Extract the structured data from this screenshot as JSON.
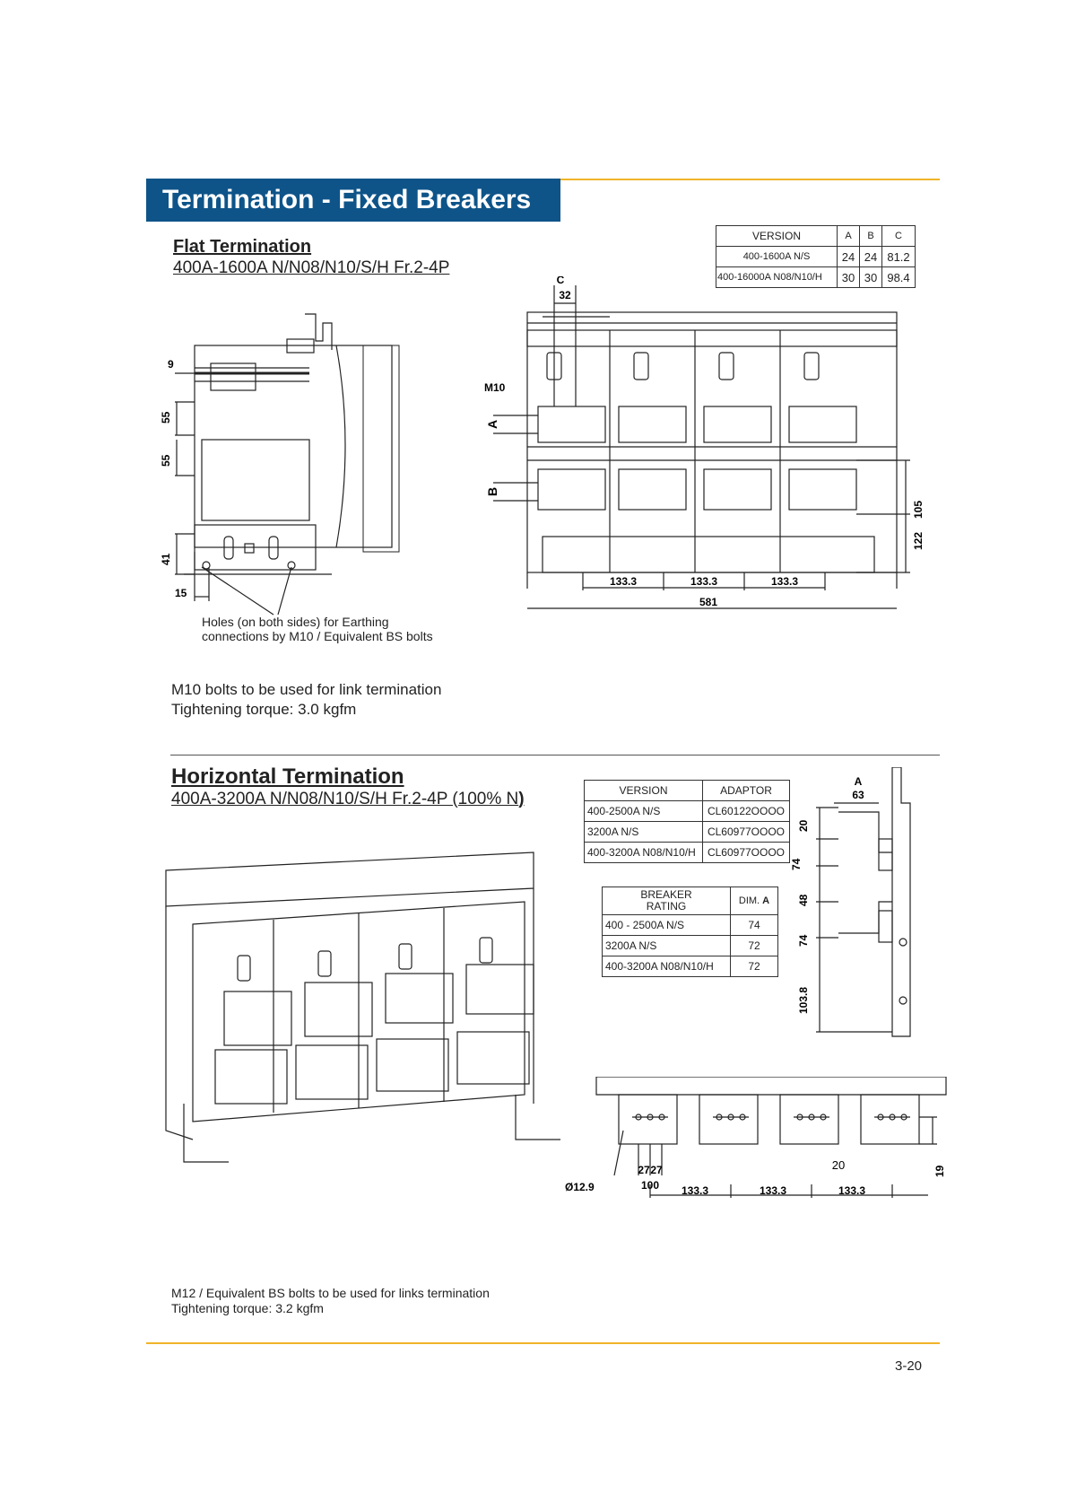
{
  "header": {
    "title": "Termination - Fixed Breakers"
  },
  "flat": {
    "heading": "Flat Termination",
    "subtitle": "400A-1600A N/N08/N10/S/H Fr.2-4P",
    "table": {
      "headers": [
        "VERSION",
        "A",
        "B",
        "C"
      ],
      "rows": [
        [
          "400-1600A N/S",
          "24",
          "24",
          "81.2"
        ],
        [
          "400-16000A N08/N10/H",
          "30",
          "30",
          "98.4"
        ]
      ]
    },
    "side_dims": {
      "d9": "9",
      "d55a": "55",
      "d55b": "55",
      "d41": "41",
      "d15": "15"
    },
    "front_dims": {
      "c": "C",
      "c32": "32",
      "m10": "M10",
      "a": "A",
      "b": "B",
      "d105": "105",
      "d122": "122",
      "p1": "133.3",
      "p2": "133.3",
      "p3": "133.3",
      "total": "581"
    },
    "earth_note": [
      "Holes (on both sides) for Earthing",
      "connections by M10 / Equivalent BS bolts"
    ],
    "notes": [
      "M10 bolts to be used for link termination",
      "Tightening torque: 3.0 kgfm"
    ]
  },
  "horizontal": {
    "heading": "Horizontal Termination",
    "subtitle_main": "400A-3200A N/N08/N10/S/H Fr.2-4P (100% N",
    "subtitle_end": ")",
    "adaptor_table": {
      "headers": [
        "VERSION",
        "ADAPTOR"
      ],
      "rows": [
        [
          "400-2500A N/S",
          "CL60122OOOO"
        ],
        [
          "3200A N/S",
          "CL60977OOOO"
        ],
        [
          "400-3200A N08/N10/H",
          "CL60977OOOO"
        ]
      ]
    },
    "breaker_table": {
      "headers": [
        "BREAKER",
        "RATING",
        "DIM. ",
        "A"
      ],
      "rows": [
        [
          "400 - 2500A N/S",
          "74"
        ],
        [
          "3200A N/S",
          "72"
        ],
        [
          "400-3200A N08/N10/H",
          "72"
        ]
      ]
    },
    "side_dims": {
      "a": "A",
      "d63": "63",
      "d20": "20",
      "d74a": "74",
      "d48": "48",
      "d74b": "74",
      "d103": "103.8"
    },
    "bottom_dims": {
      "hole": "Ø12.9",
      "d27a": "27",
      "d27b": "27",
      "d100": "100",
      "p1": "133.3",
      "p2": "133.3",
      "p3": "133.3",
      "d20": "20",
      "d19": "19"
    },
    "notes": [
      "M12 / Equivalent BS bolts to be used for links termination",
      "Tightening torque: 3.2 kgfm"
    ]
  },
  "footer": {
    "page": "3-20"
  }
}
